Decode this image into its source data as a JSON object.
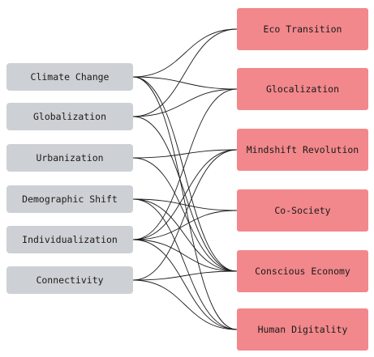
{
  "drivers": [
    {
      "label": "Climate Change"
    },
    {
      "label": "Globalization"
    },
    {
      "label": "Urbanization"
    },
    {
      "label": "Demographic Shift"
    },
    {
      "label": "Individualization"
    },
    {
      "label": "Connectivity"
    }
  ],
  "trends": [
    {
      "label": "Eco Transition"
    },
    {
      "label": "Glocalization"
    },
    {
      "label": "Mindshift Revolution"
    },
    {
      "label": "Co-Society"
    },
    {
      "label": "Conscious Economy"
    },
    {
      "label": "Human Digitality"
    }
  ],
  "links": [
    [
      0,
      0
    ],
    [
      0,
      1
    ],
    [
      0,
      4
    ],
    [
      0,
      5
    ],
    [
      1,
      0
    ],
    [
      1,
      1
    ],
    [
      1,
      4
    ],
    [
      2,
      2
    ],
    [
      2,
      4
    ],
    [
      3,
      3
    ],
    [
      3,
      4
    ],
    [
      3,
      5
    ],
    [
      4,
      1
    ],
    [
      4,
      2
    ],
    [
      4,
      3
    ],
    [
      4,
      4
    ],
    [
      4,
      5
    ],
    [
      5,
      2
    ],
    [
      5,
      4
    ],
    [
      5,
      5
    ]
  ],
  "colors": {
    "driver_fill": "#cdd0d4",
    "trend_fill": "#f2888c",
    "link_stroke": "#1a1a1a"
  }
}
